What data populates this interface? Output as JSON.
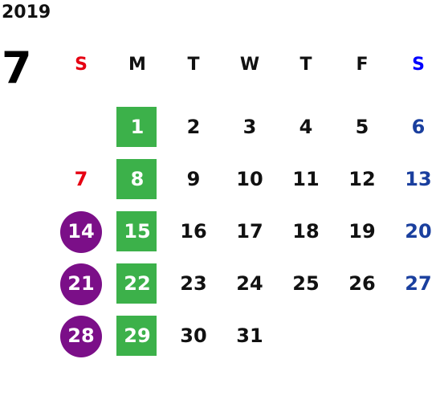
{
  "year": "2019",
  "month": "7",
  "weekdays": [
    "S",
    "M",
    "T",
    "W",
    "T",
    "F",
    "S"
  ],
  "weeks": [
    [
      "",
      "1",
      "2",
      "3",
      "4",
      "5",
      "6"
    ],
    [
      "7",
      "8",
      "9",
      "10",
      "11",
      "12",
      "13"
    ],
    [
      "14",
      "15",
      "16",
      "17",
      "18",
      "19",
      "20"
    ],
    [
      "21",
      "22",
      "23",
      "24",
      "25",
      "26",
      "27"
    ],
    [
      "28",
      "29",
      "30",
      "31",
      "",
      "",
      ""
    ]
  ],
  "colors": {
    "sunday": "#e60012",
    "saturday": "#1a3f9e",
    "saturday_header": "#0000ff",
    "green_highlight": "#3cb14a",
    "purple_highlight": "#7b0f88"
  },
  "highlighted": {
    "green": [
      "1",
      "8",
      "15",
      "22",
      "29"
    ],
    "purple": [
      "14",
      "21",
      "28"
    ]
  }
}
